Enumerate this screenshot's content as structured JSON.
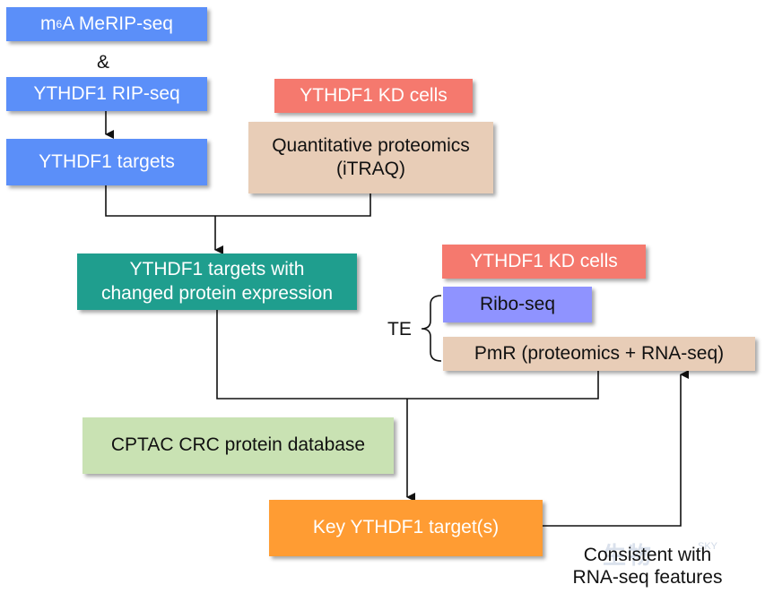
{
  "boxes": {
    "merip_prefix": "m",
    "merip_sup": "6",
    "merip_rest": "A MeRIP-seq",
    "ampersand": "&",
    "rip_seq": "YTHDF1 RIP-seq",
    "targets": "YTHDF1 targets",
    "kd_cells_top": "YTHDF1 KD cells",
    "proteomics_line1": "Quantitative proteomics",
    "proteomics_line2": "(iTRAQ)",
    "changed_line1": "YTHDF1 targets with",
    "changed_line2": "changed protein expression",
    "kd_cells_right": "YTHDF1 KD cells",
    "te": "TE",
    "ribo_seq": "Ribo-seq",
    "pmr": "PmR (proteomics + RNA-seq)",
    "cptac": "CPTAC CRC protein database",
    "key_target": "Key YTHDF1 target(s)",
    "consistent_line1": "Consistent with",
    "consistent_line2": "RNA-seq features"
  },
  "watermark": {
    "text": "生物",
    "sub": "SKY"
  },
  "colors": {
    "blue": "#5b8ff9",
    "coral": "#f5796e",
    "tan": "#e8cdb7",
    "teal": "#1f9e8e",
    "violet": "#8f93ff",
    "green": "#c9e2b3",
    "orange": "#ff9c33"
  }
}
